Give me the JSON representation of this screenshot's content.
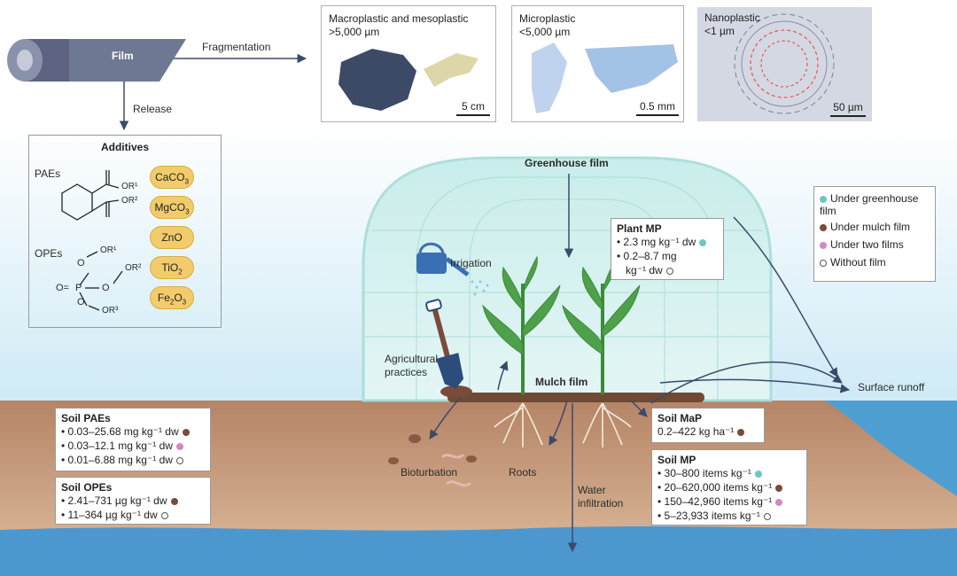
{
  "film": {
    "label": "Film"
  },
  "arrows": {
    "fragmentation": "Fragmentation",
    "release": "Release"
  },
  "plastics": [
    {
      "title": "Macroplastic and mesoplastic",
      "size": ">5,000 µm",
      "scale": "5 cm"
    },
    {
      "title": "Microplastic",
      "size": "<5,000 µm",
      "scale": "0.5 mm"
    },
    {
      "title": "Nanoplastic",
      "size": "<1 µm",
      "scale": "50 µm"
    }
  ],
  "additives": {
    "title": "Additives",
    "paes_label": "PAEs",
    "opes_label": "OPEs",
    "pae_substituents": [
      "OR¹",
      "OR²"
    ],
    "ope_substituents": [
      "OR¹",
      "OR²",
      "OR³"
    ],
    "ope_atoms": {
      "o": "O",
      "p": "P",
      "eq": "O="
    },
    "pills": [
      {
        "base": "CaCO",
        "sub": "3"
      },
      {
        "base": "MgCO",
        "sub": "3"
      },
      {
        "base": "ZnO",
        "sub": ""
      },
      {
        "base": "TiO",
        "sub": "2"
      },
      {
        "base": "Fe",
        "sub": "2",
        "tail": "O",
        "sub2": "3"
      }
    ]
  },
  "scene": {
    "greenhouse_film": "Greenhouse film",
    "irrigation": "Irrigation",
    "agricultural_practices": [
      "Agricultural",
      "practices"
    ],
    "mulch_film": "Mulch film",
    "surface_runoff": "Surface runoff",
    "bioturbation": "Bioturbation",
    "roots": "Roots",
    "water_infiltration": [
      "Water",
      "infiltration"
    ]
  },
  "legend": [
    {
      "label": "Under greenhouse film",
      "color": "#6cc7c4"
    },
    {
      "label": "Under mulch film",
      "color": "#7a4b3a"
    },
    {
      "label": "Under two films",
      "color": "#d08ac4"
    },
    {
      "label": "Without film",
      "color": "#ffffff"
    }
  ],
  "plant_mp": {
    "title": "Plant MP",
    "rows": [
      {
        "text": "• 2.3 mg kg⁻¹ dw",
        "dot": "teal"
      },
      {
        "text": "• 0.2–8.7 mg",
        "dot": ""
      },
      {
        "text": "kg⁻¹ dw",
        "dot": "none"
      }
    ]
  },
  "soil_paes": {
    "title": "Soil PAEs",
    "rows": [
      {
        "text": "• 0.03–25.68 mg kg⁻¹ dw",
        "dot": "brown"
      },
      {
        "text": "• 0.03–12.1 mg kg⁻¹ dw",
        "dot": "pink"
      },
      {
        "text": "• 0.01–6.88 mg kg⁻¹ dw",
        "dot": "none"
      }
    ]
  },
  "soil_opes": {
    "title": "Soil OPEs",
    "rows": [
      {
        "text": "• 2.41–731 µg kg⁻¹ dw",
        "dot": "brown"
      },
      {
        "text": "• 11–364 µg kg⁻¹ dw",
        "dot": "none"
      }
    ]
  },
  "soil_map": {
    "title": "Soil MaP",
    "rows": [
      {
        "text": "0.2–422 kg ha⁻¹",
        "dot": "brown"
      }
    ]
  },
  "soil_mp": {
    "title": "Soil MP",
    "rows": [
      {
        "text": "• 30–800 items kg⁻¹",
        "dot": "teal"
      },
      {
        "text": "• 20–620,000 items kg⁻¹",
        "dot": "brown"
      },
      {
        "text": "• 150–42,960 items kg⁻¹",
        "dot": "pink"
      },
      {
        "text": "• 5–23,933 items kg⁻¹",
        "dot": "none"
      }
    ]
  }
}
